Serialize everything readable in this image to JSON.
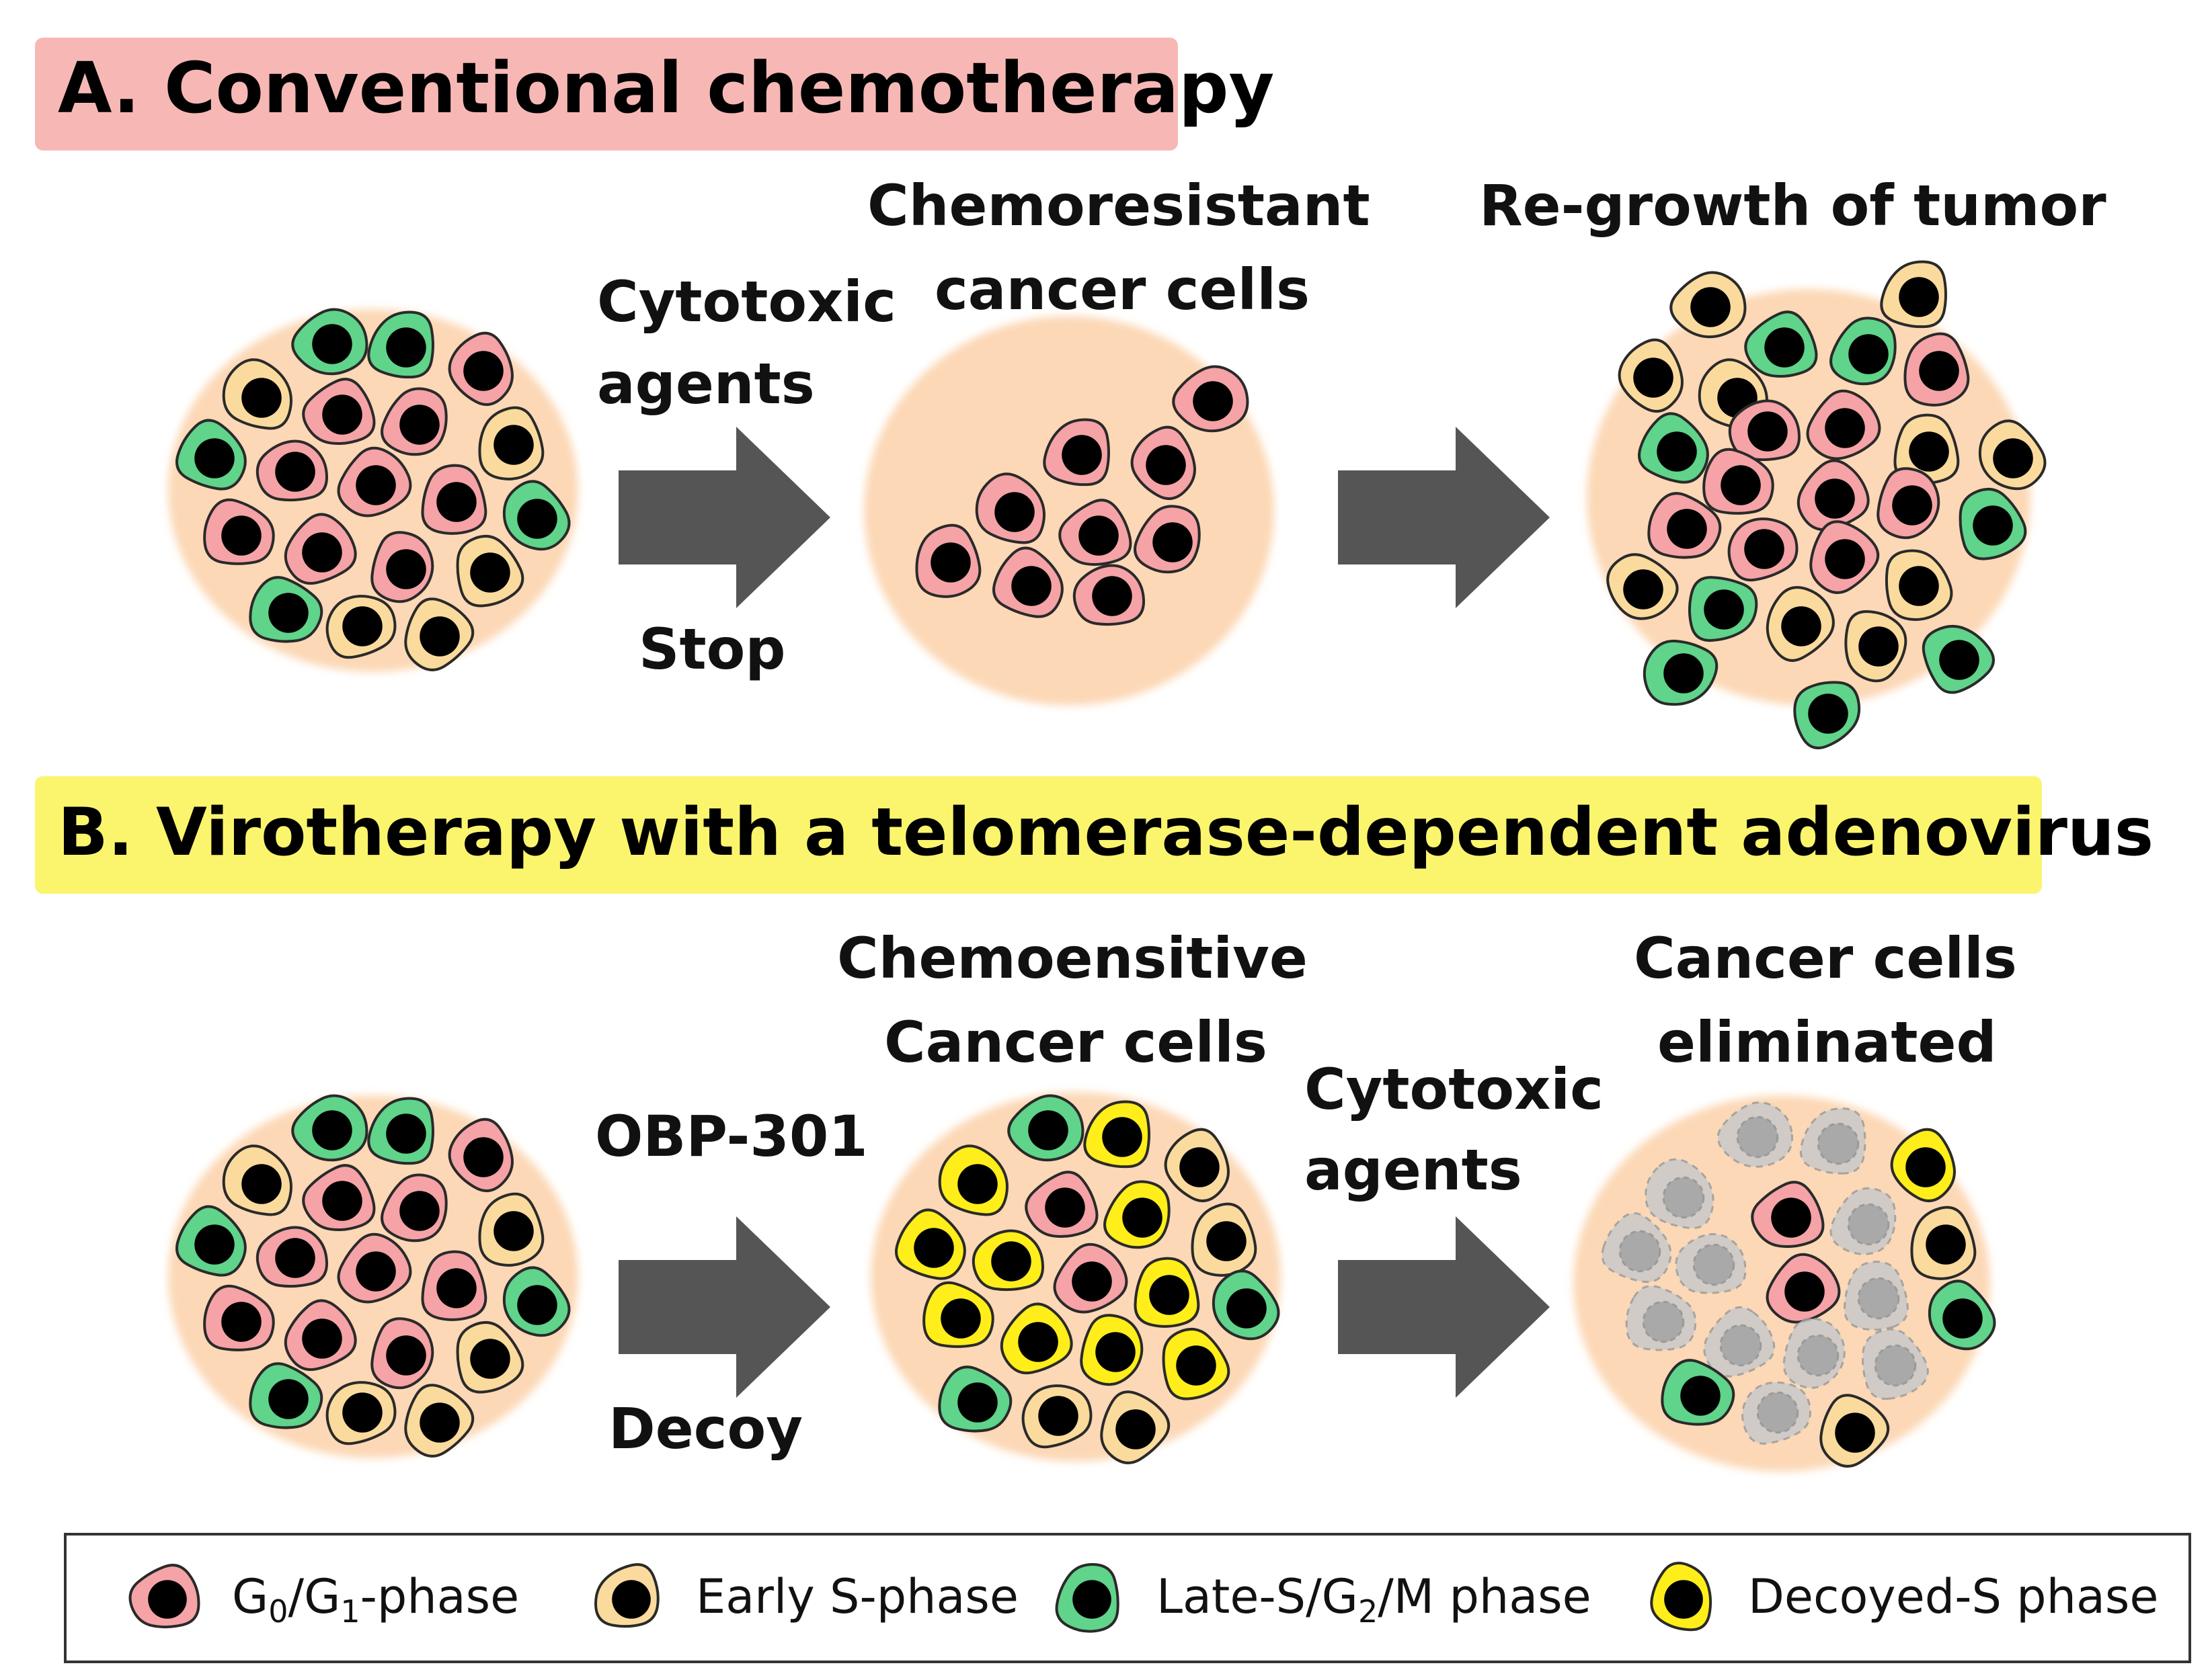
{
  "panel_a": {
    "title": "A. Conventional chemotherapy",
    "title_bg": "#f7b8b5",
    "step1_label_line1": "Cytotoxic",
    "step1_label_line2": "agents",
    "step1_below": "Stop",
    "stage2_line1": "Chemoresistant",
    "stage2_line2": "cancer cells",
    "stage3_line1": "Re-growth of tumor"
  },
  "panel_b": {
    "title": "B. Virotherapy with a telomerase-dependent adenovirus",
    "title_bg": "#fbf56e",
    "step1_label": "OBP-301",
    "step1_below": "Decoy",
    "stage2_line1": "Chemoensitive",
    "stage2_line2": "Cancer cells",
    "step2_label_line1": "Cytotoxic",
    "step2_label_line2": "agents",
    "stage3_line1": "Cancer cells",
    "stage3_line2": "eliminated"
  },
  "legend": {
    "g0g1": {
      "main": "G",
      "sub0": "0",
      "mid": "/G",
      "sub1": "1",
      "tail": "-phase"
    },
    "early_s": "Early S-phase",
    "late": {
      "head": "Late-S/G",
      "sub": "2",
      "tail": "/M phase"
    },
    "decoyed": "Decoyed-S phase"
  },
  "colors": {
    "g0g1": "#f5a3a6",
    "early_s": "#fbdb9d",
    "late": "#5fd48a",
    "decoyed": "#ffee1a",
    "dead": "#c9c9c9",
    "tumor_bg": "#fcd8b6",
    "arrow": "#555555"
  }
}
